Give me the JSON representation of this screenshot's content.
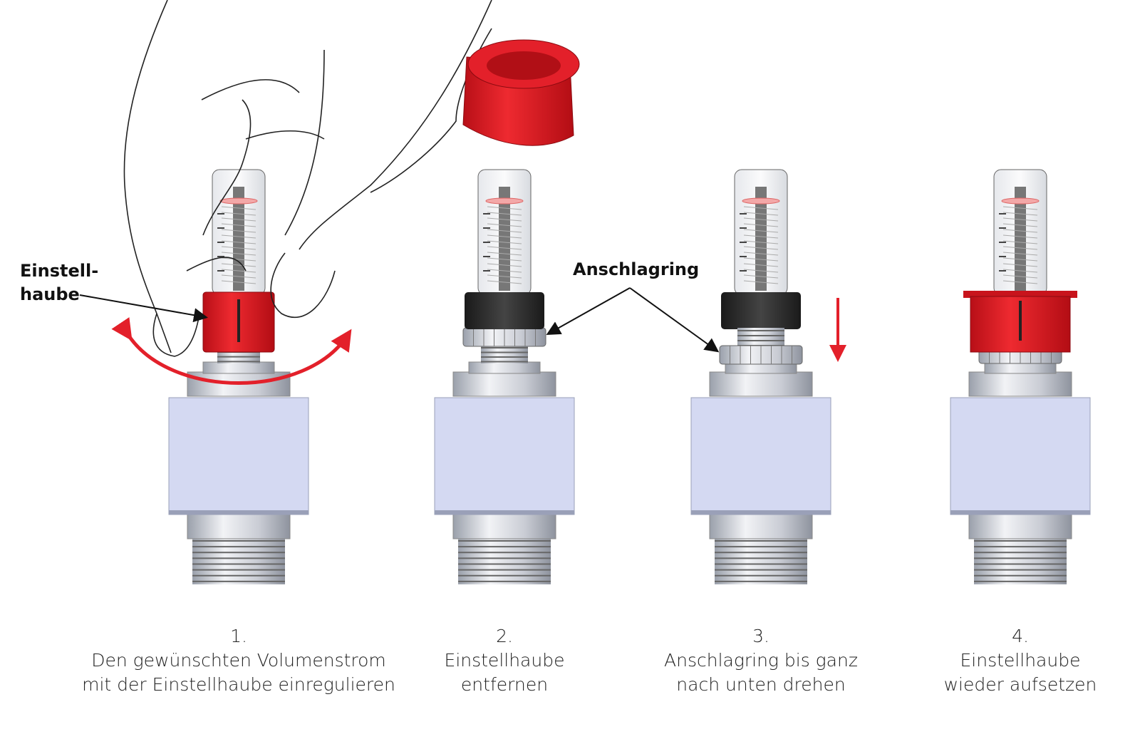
{
  "labels": {
    "einstellhaube": [
      "Einstell-",
      "haube"
    ],
    "anschlagring": "Anschlagring"
  },
  "steps": [
    {
      "number": "1.",
      "lines": [
        "Den gewünschten Volumenstrom",
        "mit der Einstellhaube einregulieren"
      ]
    },
    {
      "number": "2.",
      "lines": [
        "Einstellhaube",
        "entfernen"
      ]
    },
    {
      "number": "3.",
      "lines": [
        "Anschlagring bis ganz",
        "nach unten drehen"
      ]
    },
    {
      "number": "4.",
      "lines": [
        "Einstellhaube",
        "wieder aufsetzen"
      ]
    }
  ],
  "colors": {
    "accent_red": "#e3202a",
    "body_blue": "#d4d9f2",
    "cap_black": "#2a2a2a"
  }
}
